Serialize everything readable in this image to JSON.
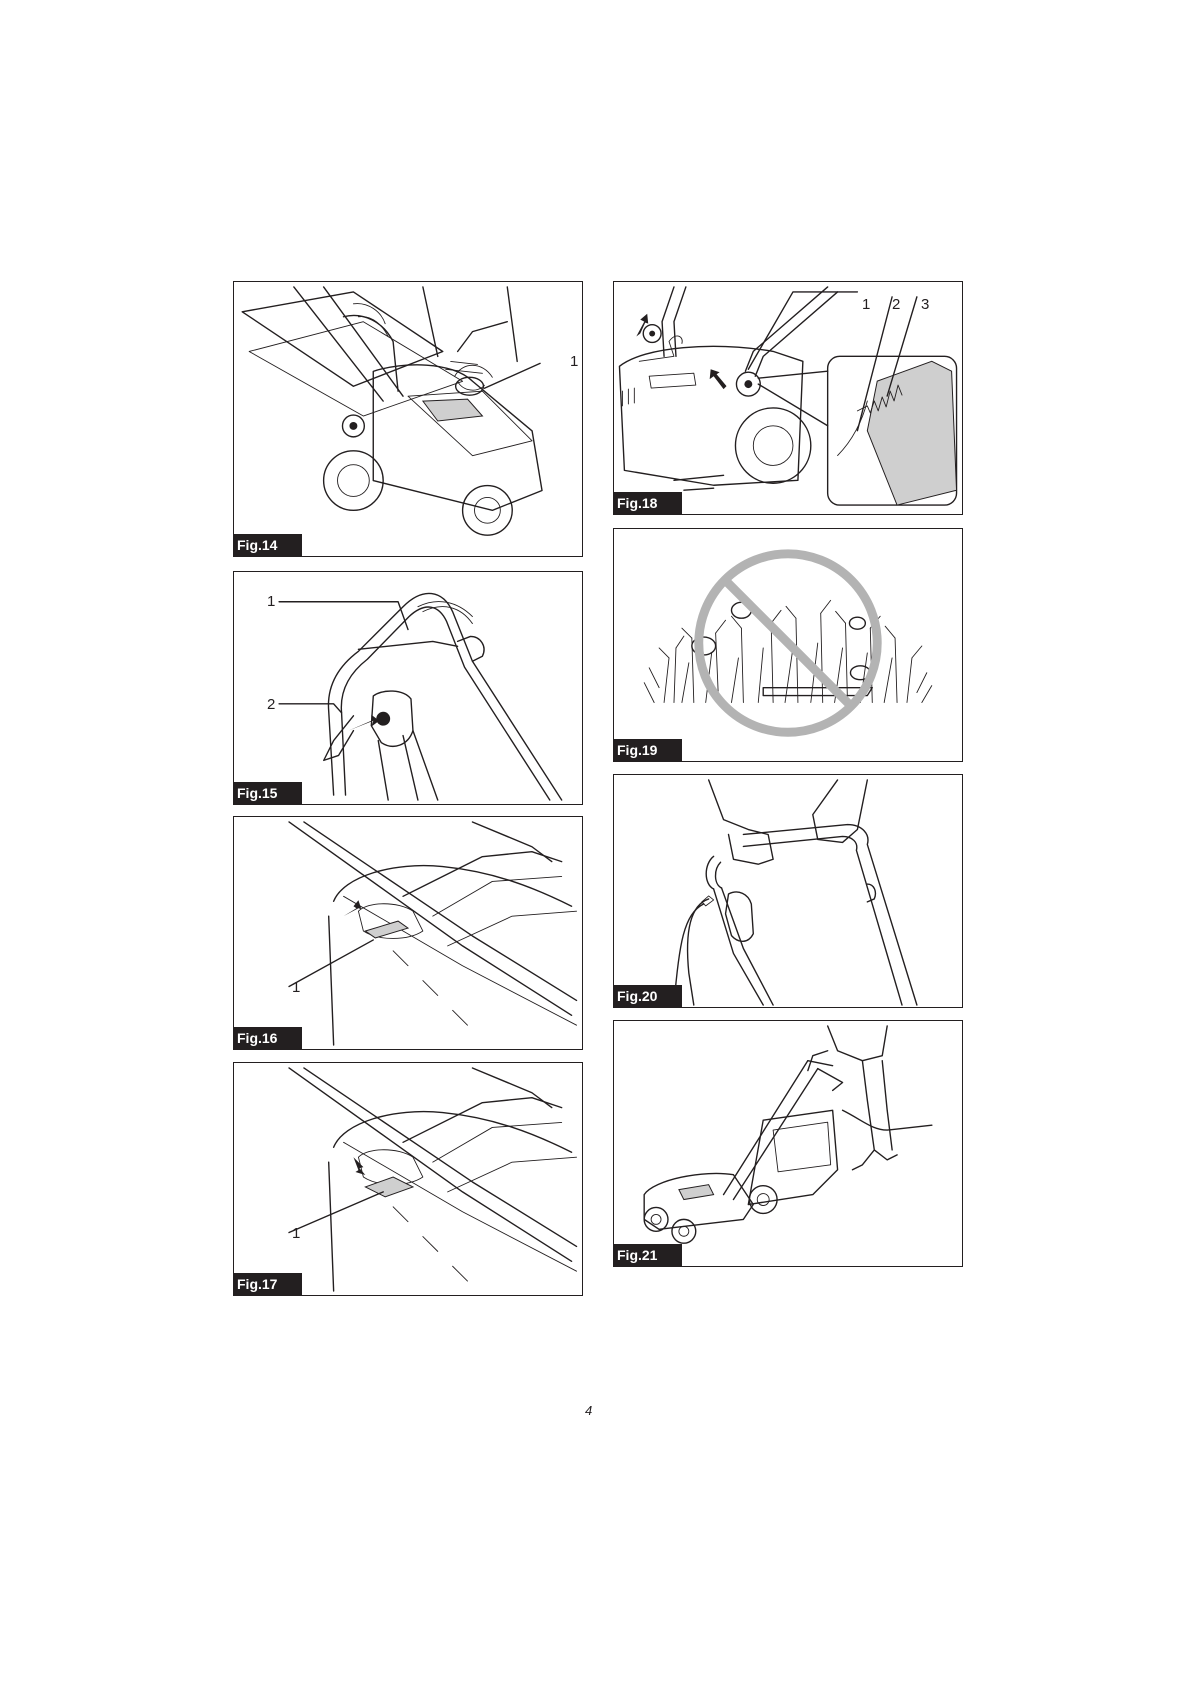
{
  "figures": [
    {
      "id": "fig14",
      "label": "Fig.14",
      "callouts": [
        "1"
      ]
    },
    {
      "id": "fig15",
      "label": "Fig.15",
      "callouts": [
        "1",
        "2"
      ]
    },
    {
      "id": "fig16",
      "label": "Fig.16",
      "callouts": [
        "1"
      ]
    },
    {
      "id": "fig17",
      "label": "Fig.17",
      "callouts": [
        "1"
      ]
    },
    {
      "id": "fig18",
      "label": "Fig.18",
      "callouts": [
        "1",
        "2",
        "3"
      ]
    },
    {
      "id": "fig19",
      "label": "Fig.19",
      "callouts": []
    },
    {
      "id": "fig20",
      "label": "Fig.20",
      "callouts": []
    },
    {
      "id": "fig21",
      "label": "Fig.21",
      "callouts": []
    }
  ],
  "page_number": "4",
  "colors": {
    "ink": "#231f20",
    "prohibition_sign": "#b3b3b3",
    "paper": "#ffffff"
  }
}
